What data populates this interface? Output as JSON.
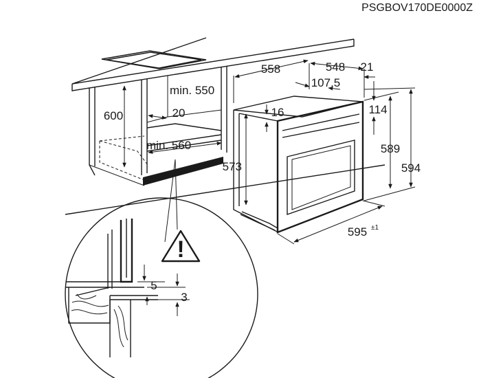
{
  "product_code": "PSGBOV170DE0000Z",
  "niche": {
    "height": "600",
    "min_depth": "min. 550",
    "offset": "20",
    "min_width": "min. 560"
  },
  "oven": {
    "depth_total": "558",
    "depth_body": "548",
    "front_thickness": "21",
    "rear_step": "107,5",
    "top_offset": "16",
    "panel_offset": "114",
    "body_height": "573",
    "front_height": "589",
    "total_height": "594",
    "width": "595",
    "width_tolerance": "±1"
  },
  "detail": {
    "gap_top": "5",
    "gap_bottom": "3",
    "warning_symbol": "!"
  }
}
